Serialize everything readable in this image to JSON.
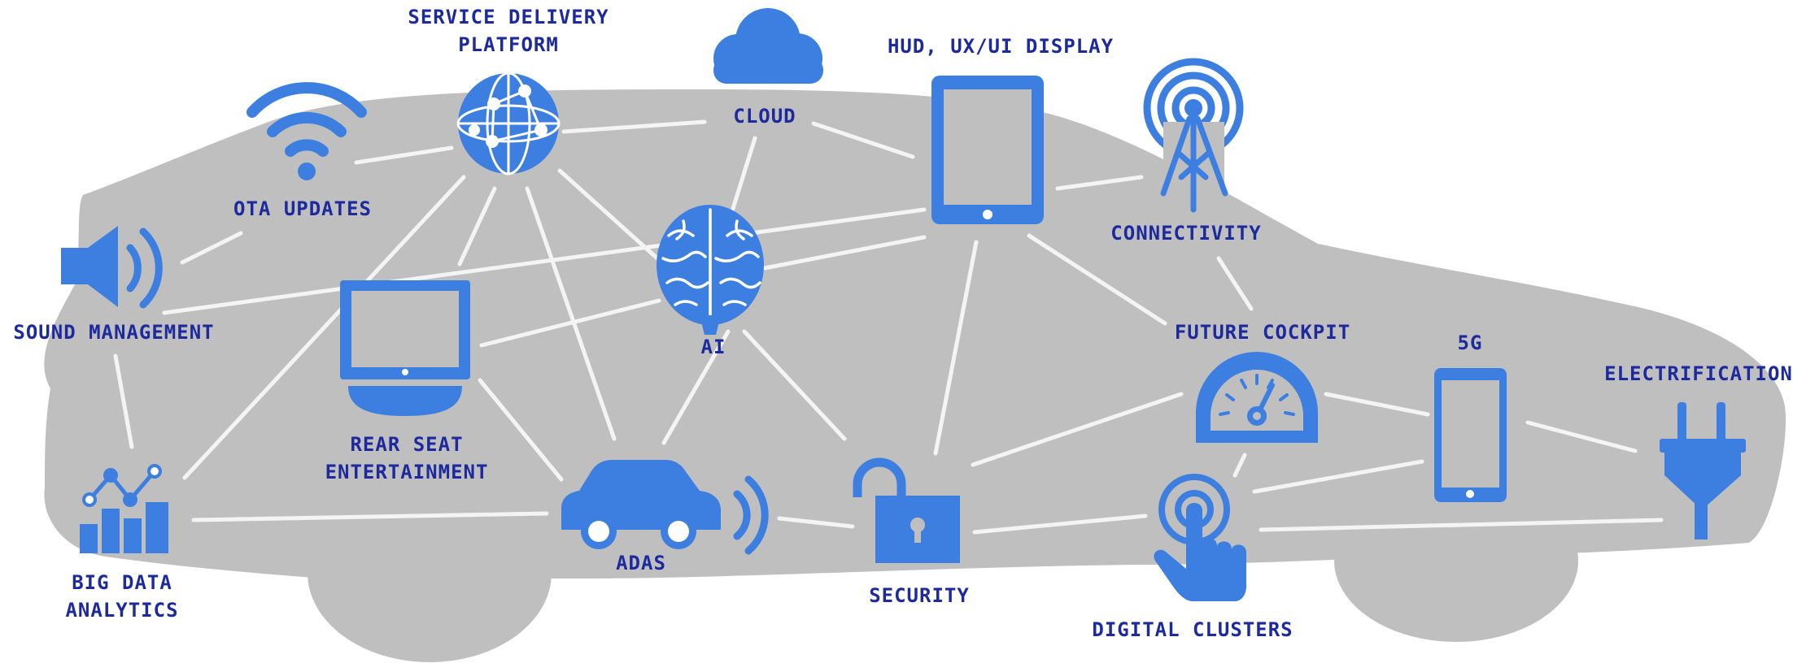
{
  "colors": {
    "icon": "#3c7fe0",
    "label": "#1c2a9e",
    "car": "#bfbfbf",
    "connector": "#f4f4f4"
  },
  "labels": {
    "service_delivery": [
      "SERVICE DELIVERY",
      "PLATFORM"
    ],
    "cloud": "CLOUD",
    "hud": "HUD, UX/UI DISPLAY",
    "ota": "OTA UPDATES",
    "connectivity": "CONNECTIVITY",
    "sound": "SOUND MANAGEMENT",
    "ai": "AI",
    "future_cockpit": "FUTURE COCKPIT",
    "fiveg": "5G",
    "electrification": "ELECTRIFICATION",
    "rear_seat": [
      "REAR SEAT",
      "ENTERTAINMENT"
    ],
    "big_data": [
      "BIG DATA",
      "ANALYTICS"
    ],
    "adas": "ADAS",
    "security": "SECURITY",
    "digital_clusters": "DIGITAL CLUSTERS"
  },
  "icons": {
    "service_delivery": "globe-network-icon",
    "cloud": "cloud-icon",
    "hud": "tablet-icon",
    "ota": "wifi-icon",
    "connectivity": "antenna-tower-icon",
    "sound": "speaker-icon",
    "ai": "brain-icon",
    "future_cockpit": "speedometer-icon",
    "fiveg": "smartphone-icon",
    "electrification": "plug-icon",
    "rear_seat": "monitor-icon",
    "big_data": "bar-chart-icon",
    "adas": "car-sensor-icon",
    "security": "padlock-icon",
    "digital_clusters": "touch-hand-icon"
  }
}
